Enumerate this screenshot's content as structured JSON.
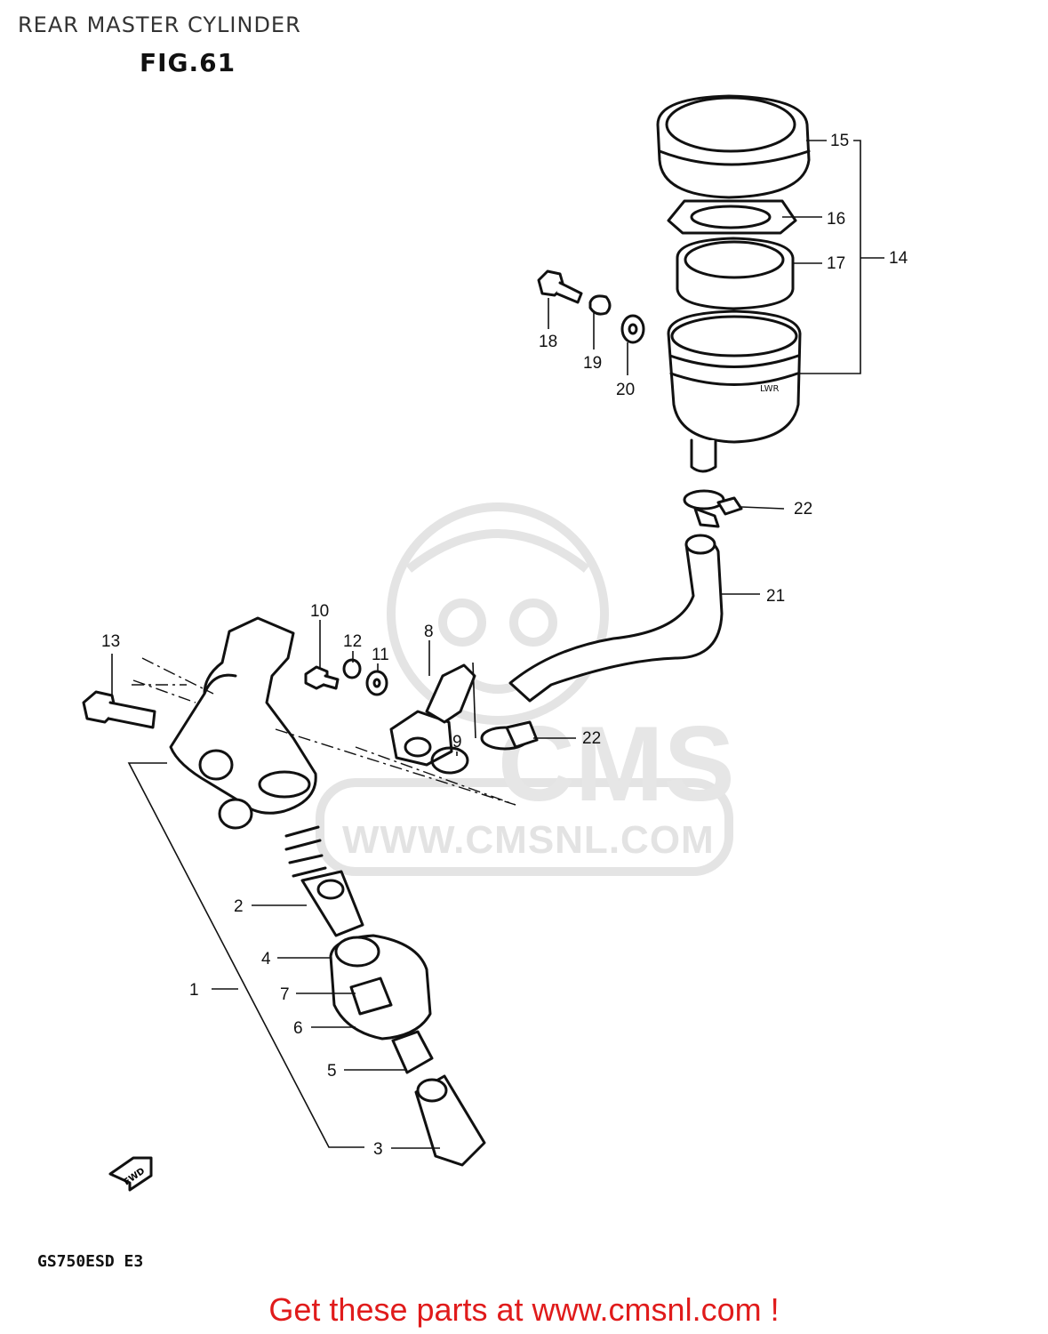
{
  "header": {
    "title": "REAR MASTER CYLINDER",
    "figure": "FIG.61"
  },
  "watermark": {
    "brand": "CMS",
    "url": "WWW.CMSNL.COM"
  },
  "fwd_label": "FWD",
  "model_code": "GS750ESD  E3",
  "footer": {
    "link_text": "Get these parts at www.cmsnl.com !"
  },
  "callouts": {
    "c1": "1",
    "c2": "2",
    "c3": "3",
    "c4": "4",
    "c5": "5",
    "c6": "6",
    "c7": "7",
    "c8": "8",
    "c9": "9",
    "c10": "10",
    "c11": "11",
    "c12": "12",
    "c13": "13",
    "c14": "14",
    "c15": "15",
    "c16": "16",
    "c17": "17",
    "c18": "18",
    "c19": "19",
    "c20": "20",
    "c21": "21",
    "c22a": "22",
    "c22b": "22"
  }
}
